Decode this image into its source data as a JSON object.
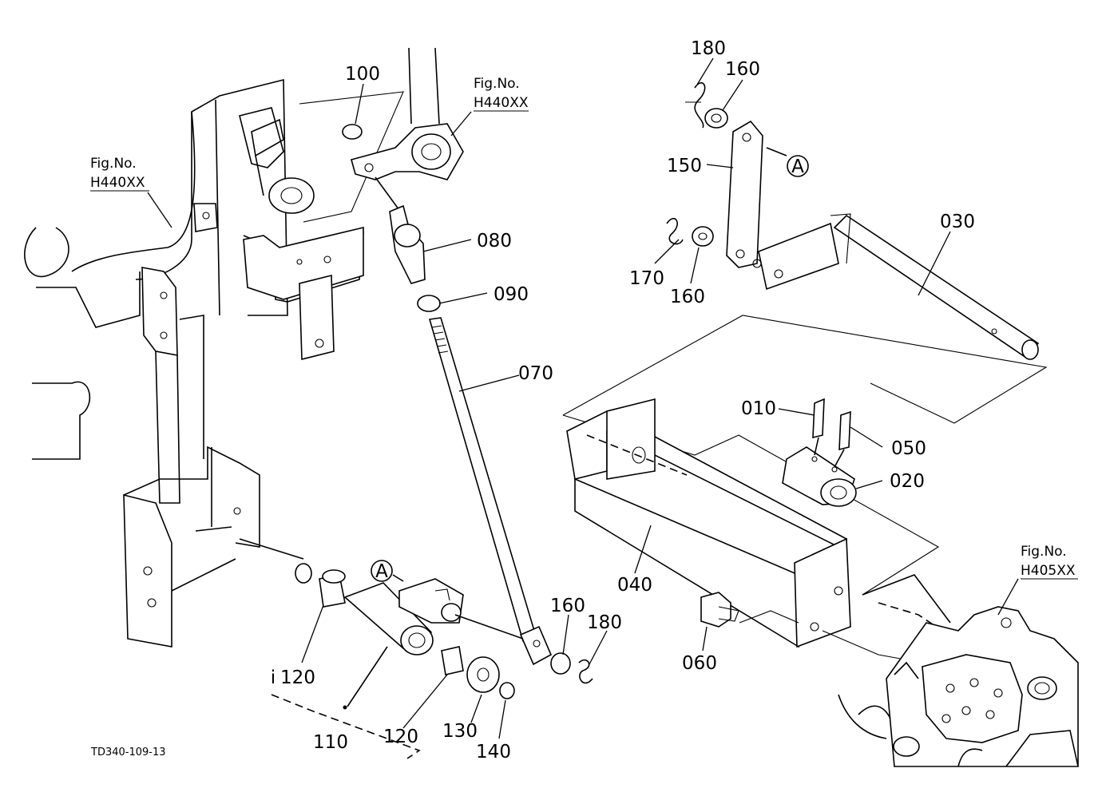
{
  "parts": {
    "p010": "010",
    "p020": "020",
    "p030": "030",
    "p040": "040",
    "p050": "050",
    "p060": "060",
    "p070": "070",
    "p080": "080",
    "p090": "090",
    "p100": "100",
    "p110": "110",
    "p120a": "120",
    "p120b": "120",
    "p130": "130",
    "p140": "140",
    "p150": "150",
    "p160a": "160",
    "p160b": "160",
    "p160c": "160",
    "p170": "170",
    "p180a": "180",
    "p180b": "180"
  },
  "marker_i": "i",
  "callout_A": "A",
  "fig_refs": {
    "left": {
      "title": "Fig.No.",
      "ref": "H440XX"
    },
    "top": {
      "title": "Fig.No.",
      "ref": "H440XX"
    },
    "right": {
      "title": "Fig.No.",
      "ref": "H405XX"
    }
  },
  "drawing_code": "TD340-109-13"
}
